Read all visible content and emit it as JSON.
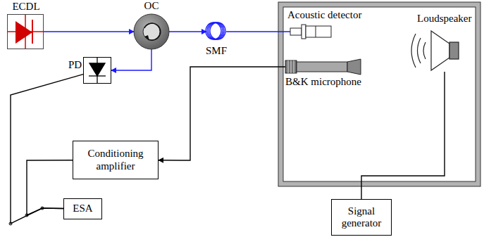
{
  "diagram": {
    "nodes": [
      {
        "text": [
          "ECDL"
        ]
      },
      {
        "text": [
          "OC"
        ]
      },
      {
        "text": [
          "SMF"
        ]
      },
      {
        "text": [
          "Acoustic detector"
        ]
      },
      {
        "text": [
          "Loudspeaker"
        ]
      },
      {
        "text": [
          "B&K microphone"
        ]
      },
      {
        "text": [
          "PD"
        ]
      },
      {
        "text": [
          "Conditioning amplifier"
        ]
      },
      {
        "text": [
          "ESA"
        ]
      },
      {
        "text": [
          "Signal generator"
        ]
      }
    ],
    "edges": [
      {
        "from": 0,
        "to": 1,
        "arrow": "to"
      },
      {
        "from": 1,
        "to": 2,
        "arrow": "to"
      },
      {
        "from": 2,
        "to": 3,
        "arrow": "none"
      },
      {
        "from": 1,
        "to": 6,
        "arrow": "to"
      },
      {
        "from": 5,
        "to": 7,
        "arrow": "to"
      },
      {
        "from": 7,
        "to": 8,
        "arrow": "none"
      },
      {
        "from": 6,
        "to": 8,
        "arrow": "none"
      },
      {
        "from": 9,
        "to": 4,
        "arrow": "none"
      }
    ]
  }
}
